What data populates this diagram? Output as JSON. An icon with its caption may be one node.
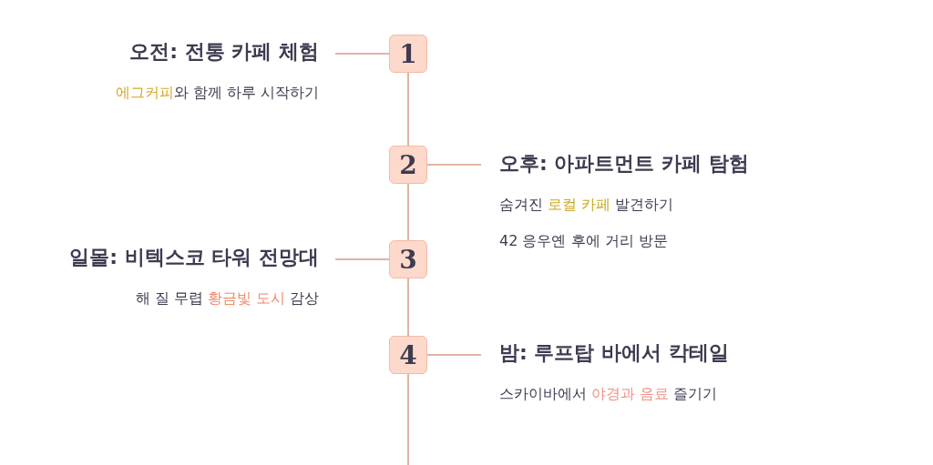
{
  "diagram": {
    "nodes": [
      {
        "text": [
          "1"
        ]
      },
      {
        "text": [
          "오전: 전통 카페 체험"
        ],
        "beside": [
          "**에그커피**와 함께 하루 시작하기"
        ]
      },
      {
        "text": [
          "2"
        ]
      },
      {
        "text": [
          "오후: 아파트먼트 카페 탐험"
        ],
        "beside": [
          "숨겨진 **로컬 카페** 발견하기",
          "42 응우옌 후에 거리 방문"
        ]
      },
      {
        "text": [
          "3"
        ]
      },
      {
        "text": [
          "일몰: 비텍스코 타워 전망대"
        ],
        "beside": [
          "해 질 무렵 **황금빛 도시** 감상"
        ]
      },
      {
        "text": [
          "4"
        ]
      },
      {
        "text": [
          "밤: 루프탑 바에서 칵테일"
        ],
        "beside": [
          "스카이바에서 **야경과 음료** 즐기기"
        ]
      }
    ],
    "edges": [
      {
        "from": 0,
        "to": 1,
        "arrow": "none"
      },
      {
        "from": 0,
        "to": 2,
        "arrow": "none"
      },
      {
        "from": 2,
        "to": 3,
        "arrow": "none"
      },
      {
        "from": 2,
        "to": 4,
        "arrow": "none"
      },
      {
        "from": 4,
        "to": 5,
        "arrow": "none"
      },
      {
        "from": 4,
        "to": 6,
        "arrow": "none"
      },
      {
        "from": 6,
        "to": 7,
        "arrow": "none"
      },
      {
        "from": 6,
        "to": null,
        "arrow": "none"
      }
    ]
  }
}
